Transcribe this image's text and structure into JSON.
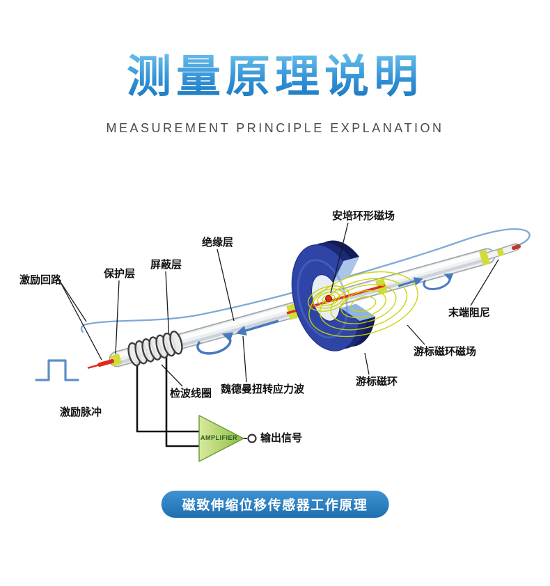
{
  "header": {
    "title": "测量原理说明",
    "subtitle": "MEASUREMENT PRINCIPLE EXPLANATION"
  },
  "footer": {
    "caption": "磁致伸缩位移传感器工作原理"
  },
  "diagram": {
    "labels": {
      "excitation_loop": "激励回路",
      "protective_layer": "保护层",
      "shielding_layer": "屏蔽层",
      "insulation_layer": "绝缘层",
      "ampere_ring_field": "安培环形磁场",
      "end_damping": "末端阻尼",
      "cursor_ring_field": "游标磁环磁场",
      "cursor_ring": "游标磁环",
      "wiedemann_wave": "魏德曼扭转应力波",
      "detection_coil": "检波线圈",
      "excitation_pulse": "激励脉冲",
      "amplifier": "AMPLIFIER",
      "output_signal": "输出信号"
    },
    "colors": {
      "magnet_ring_front": "#2e44a6",
      "magnet_ring_mid": "#1b2878",
      "magnet_ring_back": "#131c56",
      "ring_cut_face": "#8fb4e2",
      "field_line_yellow": "#c9d400",
      "wire_red": "#e02a1e",
      "band_yellow_green": "#cfdc3a",
      "loop_wire_blue": "#7fa9d6",
      "arrow_blue": "#4779bd",
      "pulse_blue": "#5b8fc6",
      "amplifier_green": "#8abc43"
    }
  }
}
